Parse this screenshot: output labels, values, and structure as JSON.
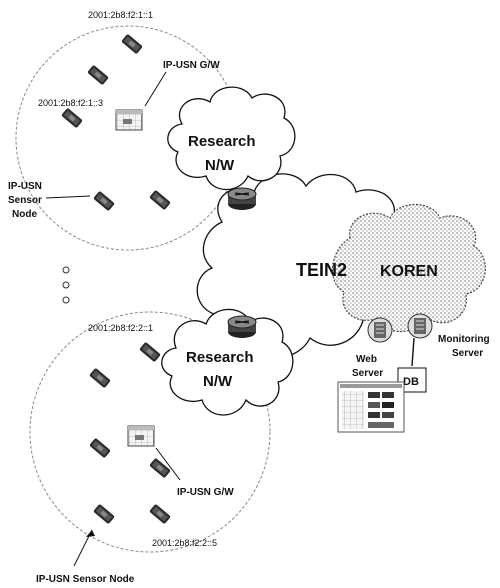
{
  "labels": {
    "top_addr": "2001:2b8:f2:1::1",
    "top_gw": "IP-USN G/W",
    "top_node_addr": "2001:2b8:f2:1::3",
    "top_sensor_line1": "IP-USN",
    "top_sensor_line2": "Sensor",
    "top_sensor_line3": "Node",
    "research_top_line1": "Research",
    "research_top_line2": "N/W",
    "tein2": "TEIN2",
    "koren": "KOREN",
    "bottom_addr": "2001:2b8:f2:2::1",
    "research_bottom_line1": "Research",
    "research_bottom_line2": "N/W",
    "monitoring_line1": "Monitoring",
    "monitoring_line2": "Server",
    "web_line1": "Web",
    "web_line2": "Server",
    "db": "DB",
    "bottom_gw": "IP-USN G/W",
    "bottom_node_addr": "2001:2b8:f2:2::5",
    "bottom_sensor": "IP-USN Sensor Node"
  },
  "icons": {
    "sensor": "sensor-node-icon",
    "gateway": "gateway-icon",
    "router": "router-icon",
    "server": "server-icon",
    "monitor": "monitor-screen-icon"
  },
  "colors": {
    "ink": "#111111",
    "sensor": "#2a2a2a",
    "cloud_fill": "#ffffff",
    "koren_cloud": "#e6e6e6"
  }
}
